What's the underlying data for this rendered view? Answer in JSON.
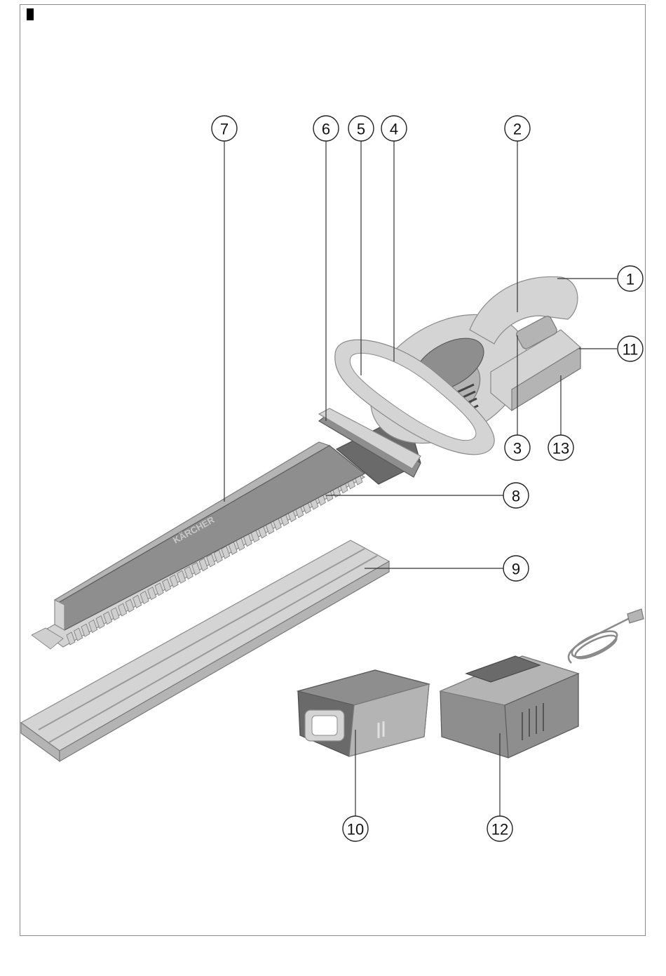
{
  "callouts": [
    {
      "id": "c1",
      "label": "1"
    },
    {
      "id": "c2",
      "label": "2"
    },
    {
      "id": "c3",
      "label": "3"
    },
    {
      "id": "c4",
      "label": "4"
    },
    {
      "id": "c5",
      "label": "5"
    },
    {
      "id": "c6",
      "label": "6"
    },
    {
      "id": "c7",
      "label": "7"
    },
    {
      "id": "c8",
      "label": "8"
    },
    {
      "id": "c9",
      "label": "9"
    },
    {
      "id": "c10",
      "label": "10"
    },
    {
      "id": "c11",
      "label": "11"
    },
    {
      "id": "c12",
      "label": "12"
    },
    {
      "id": "c13",
      "label": "13"
    }
  ],
  "blade_brand_text": "KÄRCHER"
}
